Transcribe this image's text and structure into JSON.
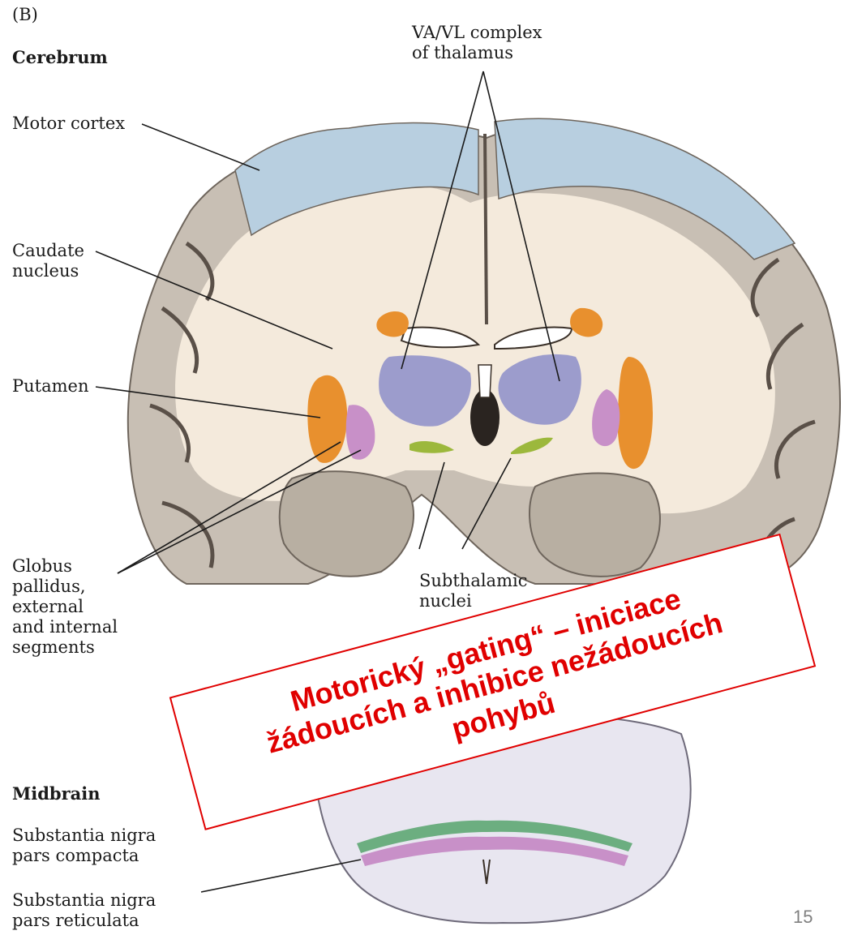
{
  "panel_label": "(B)",
  "sections": {
    "cerebrum": "Cerebrum",
    "midbrain": "Midbrain"
  },
  "labels": {
    "va_vl": "VA/VL complex\nof thalamus",
    "motor_cortex": "Motor cortex",
    "caudate": "Caudate\nnucleus",
    "putamen": "Putamen",
    "globus_pallidus": "Globus\npallidus,\nexternal\nand internal\nsegments",
    "subthalamic": "Subthalamic\nnuclei",
    "snc": "Substantia nigra\npars compacta",
    "snr": "Substantia nigra\npars reticulata"
  },
  "callout": "Motorický „gating“ – iniciace\nžádoucích a inhibice nežádoucích\npohybů",
  "slide_number": "15",
  "colors": {
    "cortex_gray": "#c8bfb4",
    "white_matter": "#f4eadc",
    "motor_cortex": "#b8cfe0",
    "caudate_putamen": "#e8902e",
    "globus_pallidus": "#c890c8",
    "thalamus": "#9c9ccc",
    "subthalamic": "#9cb83c",
    "callout_red": "#e00000"
  }
}
